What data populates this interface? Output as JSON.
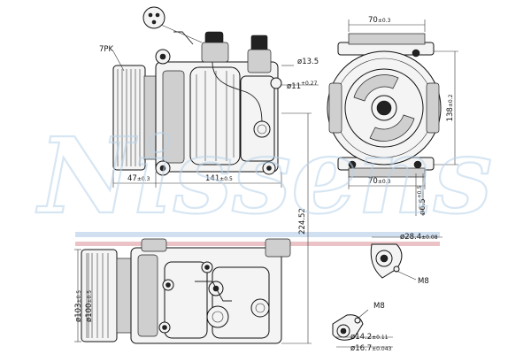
{
  "watermark": "Nissens",
  "labels": {
    "belt": "7PK",
    "width_top": "70",
    "width_top_tol": "±0.3",
    "port_dia": "ø13.5",
    "port_dia2": "ø11",
    "port_tol_up": "+0.27",
    "port_tol_dn": "0",
    "height_right": "138",
    "height_right_tol": "±0.2",
    "width_bottom": "70",
    "width_bottom_tol": "±0.3",
    "mount_hole": "ø6.5",
    "mount_tol_up": "+0.5",
    "mount_tol_dn": "0",
    "offset_left": "47",
    "offset_left_tol": "±0.3",
    "offset_mid": "141",
    "offset_mid_tol": "±0.5",
    "length_vert": "224.52",
    "port_large": "ø28.4",
    "port_large_tol": "±0.08",
    "thread_1": "M8",
    "thread_2": "M8",
    "port_small_1": "ø14.2",
    "port_small_1_tol": "±0.11",
    "port_small_2": "ø16.7",
    "port_small_2_tol": "±0.043",
    "pulley_outer": "ø103",
    "pulley_outer_tol": "±0.5",
    "pulley_inner": "ø100",
    "pulley_inner_tol": "±0.5"
  },
  "colors": {
    "watermark_blue": "#b8d3ea",
    "band_red": "#e7b9bd",
    "band_blue": "#c9dbee",
    "line": "#222222"
  }
}
